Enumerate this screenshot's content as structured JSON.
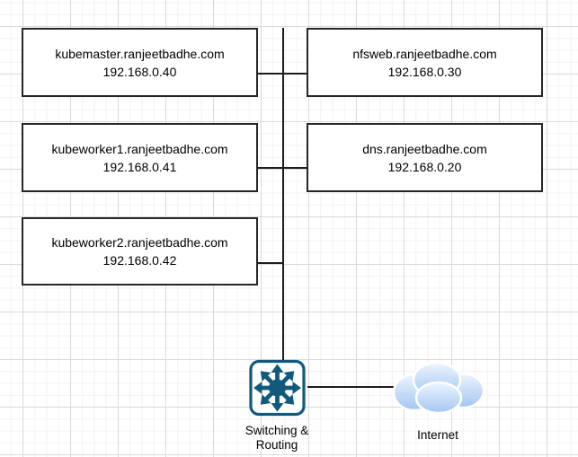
{
  "nodes": [
    {
      "hostname": "kubemaster.ranjeetbadhe.com",
      "ip": "192.168.0.40"
    },
    {
      "hostname": "nfsweb.ranjeetbadhe.com",
      "ip": "192.168.0.30"
    },
    {
      "hostname": "kubeworker1.ranjeetbadhe.com",
      "ip": "192.168.0.41"
    },
    {
      "hostname": "dns.ranjeetbadhe.com",
      "ip": "192.168.0.20"
    },
    {
      "hostname": "kubeworker2.ranjeetbadhe.com",
      "ip": "192.168.0.42"
    }
  ],
  "devices": {
    "switch": {
      "label": "Switching &\nRouting"
    },
    "internet": {
      "label": "Internet"
    }
  },
  "colors": {
    "switch_icon": "#115a7c",
    "cloud_top": "#eef5fe",
    "cloud_bottom": "#a2c6f2"
  }
}
